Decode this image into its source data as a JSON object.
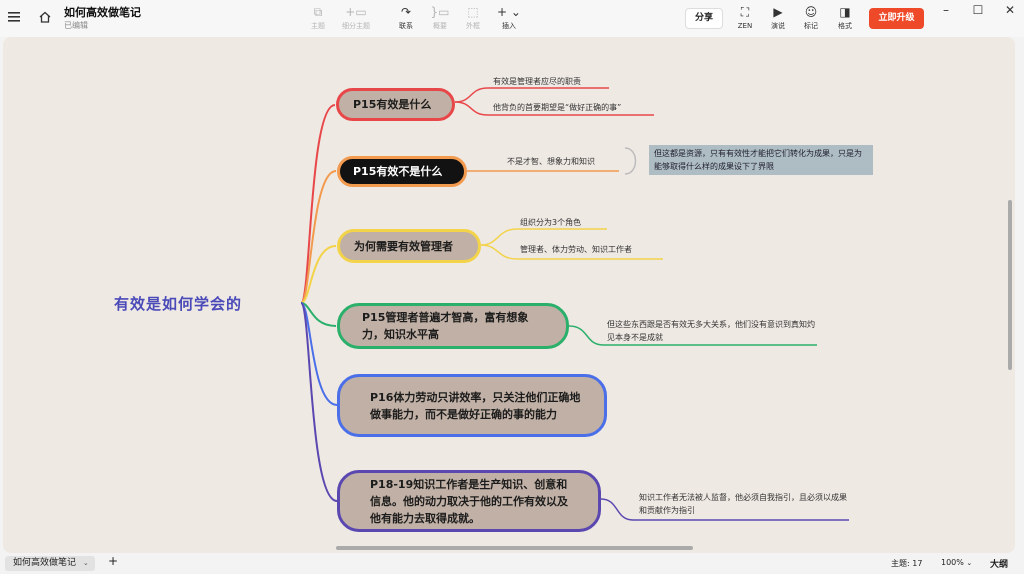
{
  "titlebar": {
    "doc_title": "如何高效做笔记",
    "doc_status": "已编辑",
    "tools": [
      {
        "label": "主题",
        "icon": "topic-icon"
      },
      {
        "label": "细分主题",
        "icon": "subtopic-icon"
      },
      {
        "label": "联系",
        "icon": "relationship-icon"
      },
      {
        "label": "概要",
        "icon": "summary-icon"
      },
      {
        "label": "外框",
        "icon": "boundary-icon"
      },
      {
        "label": "插入",
        "icon": "insert-icon"
      }
    ],
    "share_label": "分享",
    "right_tools": [
      {
        "label": "ZEN",
        "icon": "zen-icon"
      },
      {
        "label": "演说",
        "icon": "presentation-icon"
      },
      {
        "label": "标记",
        "icon": "marker-icon"
      },
      {
        "label": "格式",
        "icon": "format-icon"
      }
    ],
    "upgrade_label": "立即升级"
  },
  "mindmap": {
    "root": "有效是如何学会的",
    "topics": [
      {
        "text": "P15有效是什么",
        "color": "#e8474a",
        "subs": [
          "有效是管理者应尽的职责",
          "他背负的首要期望是“做好正确的事”"
        ]
      },
      {
        "text": "P15有效不是什么",
        "color": "#f29a4e",
        "subs": [
          "不是才智、想象力和知识"
        ]
      },
      {
        "text": "为何需要有效管理者",
        "color": "#f2d34a",
        "subs": [
          "组织分为3个角色",
          "管理者、体力劳动、知识工作者"
        ]
      },
      {
        "text": "P15管理者普遍才智高，富有想象力，知识水平高",
        "color": "#2ab06a",
        "subs": [
          "但这些东西跟是否有效无多大关系，他们没有意识到真知灼见本身不是成就"
        ]
      },
      {
        "text": "P16体力劳动只讲效率，只关注他们正确地做事能力，而不是做好正确的事的能力",
        "color": "#4a6fe8",
        "subs": []
      },
      {
        "text": "P18-19知识工作者是生产知识、创意和信息。他的动力取决于他的工作有效以及他有能力去取得成就。",
        "color": "#5a48b0",
        "subs": [
          "知识工作者无法被人监督，他必须自我指引，且必须以成果和贡献作为指引"
        ]
      }
    ],
    "callout": "但这都是资源，只有有效性才能把它们转化为成果，只是为能够取得什么样的成果设下了界限"
  },
  "statusbar": {
    "sheet_tab": "如何高效做笔记",
    "add_sheet": "+",
    "topic_count": "主题: 17",
    "zoom": "100%",
    "outline": "大纲"
  }
}
